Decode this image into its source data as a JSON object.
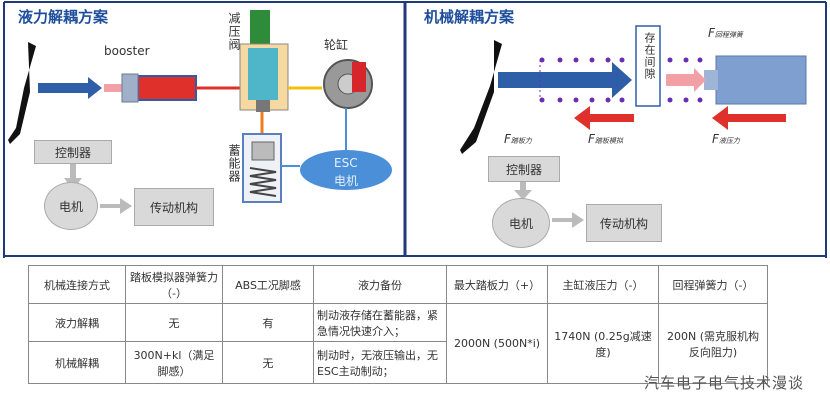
{
  "left": {
    "title": "液力解耦方案",
    "booster_label": "booster",
    "valve_label": "减压阀",
    "caliper_label": "轮缸",
    "accumulator_label": "蓄能器",
    "esc_label_1": "ESC",
    "esc_label_2": "电机",
    "controller_label": "控制器",
    "motor_label": "电机",
    "actuator_label": "传动机构"
  },
  "right": {
    "title": "机械解耦方案",
    "gap_label": "存在间隙",
    "f_return": "回程弹簧",
    "f_pedal": "踏板力",
    "f_sim": "踏板模拟",
    "f_hyd": "液压力",
    "controller_label": "控制器",
    "motor_label": "电机",
    "actuator_label": "传动机构"
  },
  "table": {
    "headers": [
      "机械连接方式",
      "踏板模拟器弹簧力（-）",
      "ABS工况脚感",
      "液力备份",
      "最大踏板力（+）",
      "主缸液压力（-）",
      "回程弹簧力（-）"
    ],
    "rows": [
      [
        "液力解耦",
        "无",
        "有",
        "制动液存储在蓄能器，紧急情况快速介入；"
      ],
      [
        "机械解耦",
        "300N+kl（满足脚感）",
        "无",
        "制动时，无液压输出，无ESC主动制动；"
      ]
    ],
    "merged": [
      "2000N (500N*i)",
      "1740N (0.25g减速度)",
      "200N (需克服机构反向阻力)"
    ]
  },
  "watermark": "汽车电子电气技术漫谈",
  "colors": {
    "blue_arrow": "#2f5ea8",
    "red_arrow": "#e0302b",
    "frame": "#1f3a7a"
  }
}
